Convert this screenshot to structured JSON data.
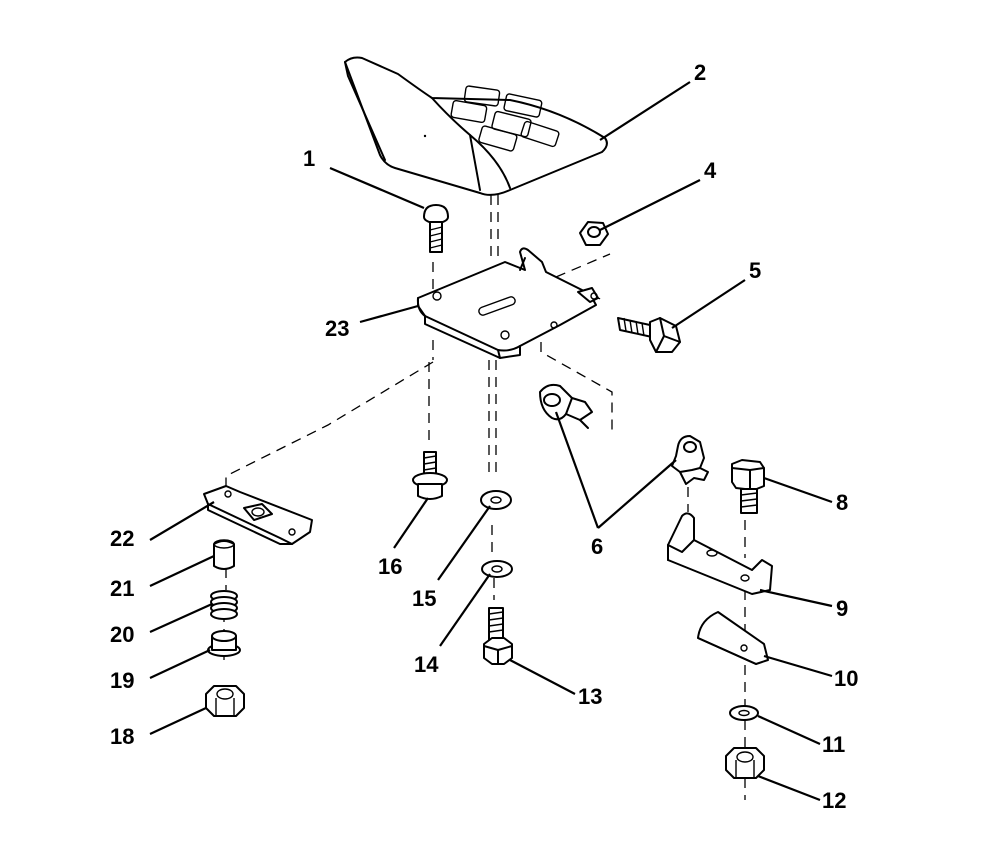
{
  "callouts": {
    "c1": "1",
    "c2": "2",
    "c4": "4",
    "c5": "5",
    "c6": "6",
    "c8": "8",
    "c9": "9",
    "c10": "10",
    "c11": "11",
    "c12": "12",
    "c13": "13",
    "c14": "14",
    "c15": "15",
    "c16": "16",
    "c18": "18",
    "c19": "19",
    "c20": "20",
    "c21": "21",
    "c22": "22",
    "c23": "23"
  }
}
